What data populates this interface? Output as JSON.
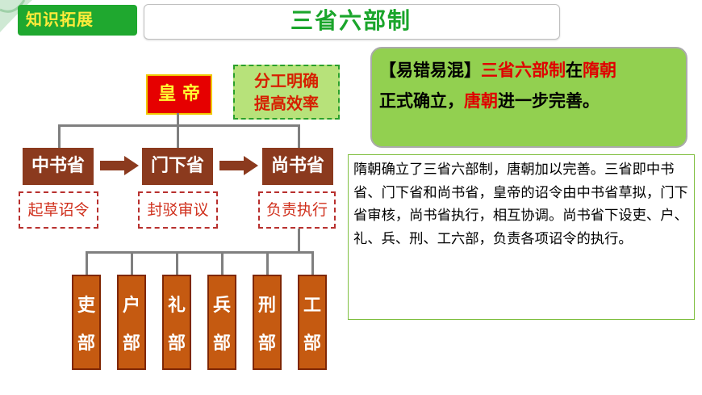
{
  "header": {
    "tag": "知识拓展",
    "title": "三省六部制"
  },
  "chart": {
    "emperor": "皇 帝",
    "note": [
      "分工明确",
      "提高效率"
    ],
    "provinces": [
      {
        "name": "中书省",
        "duty": "起草诏令"
      },
      {
        "name": "门下省",
        "duty": "封驳审议"
      },
      {
        "name": "尚书省",
        "duty": "负责执行"
      }
    ],
    "ministries": [
      {
        "top": "吏",
        "bottom": "部"
      },
      {
        "top": "户",
        "bottom": "部"
      },
      {
        "top": "礼",
        "bottom": "部"
      },
      {
        "top": "兵",
        "bottom": "部"
      },
      {
        "top": "刑",
        "bottom": "部"
      },
      {
        "top": "工",
        "bottom": "部"
      }
    ]
  },
  "mistake": {
    "prefix": "【易错易混】",
    "term1": "三省六部制",
    "mid1": "在",
    "term2": "隋朝",
    "mid2": "正式确立，",
    "term3": "唐朝",
    "suffix": "进一步完善。"
  },
  "explanation": "隋朝确立了三省六部制，唐朝加以完善。三省即中书省、门下省和尚书省，皇帝的诏令由中书省草拟，门下省审核，尚书省执行，相互协调。尚书省下设吏、户、礼、兵、刑、工六部，负责各项诏令的执行。",
  "colors": {
    "tag_bg": "#1fa82f",
    "tag_text": "#ffeb3b",
    "title": "#1aa52b",
    "emperor_bg": "#e60000",
    "province_bg": "#8b3a1e",
    "ministry_bg": "#c55a11",
    "mistake_bg": "#92d050"
  }
}
